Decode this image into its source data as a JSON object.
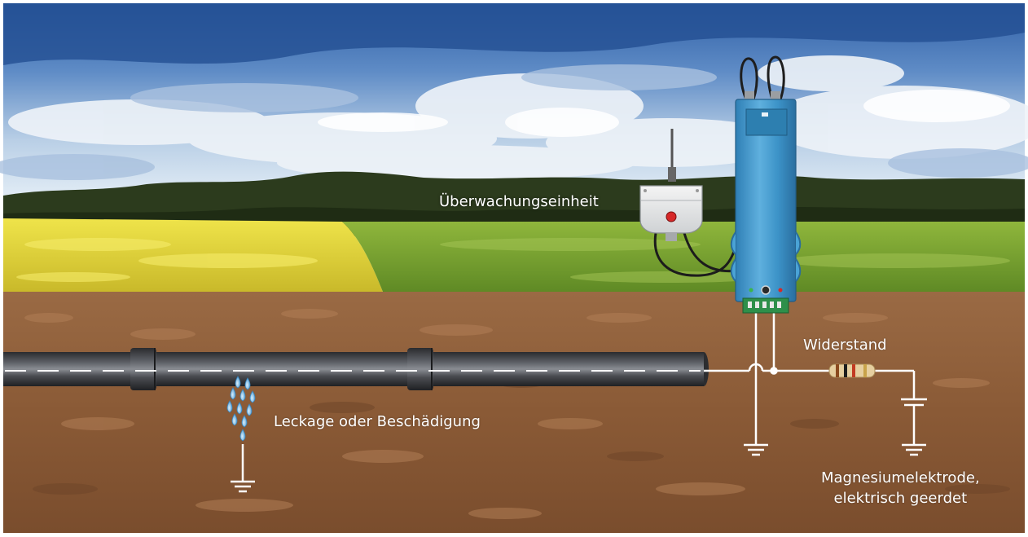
{
  "labels": {
    "monitoring_unit": "Überwachungseinheit",
    "resistor": "Widerstand",
    "leak": "Leckage oder Beschädigung",
    "anode_line1": "Magnesiumelektrode,",
    "anode_line2": "elektrisch geerdet"
  },
  "colors": {
    "sky_top": "#3f6fb2",
    "sky_light": "#cfe0ef",
    "forest": "#2b3a1c",
    "rapeseed": "#e3d637",
    "grass": "#7aa232",
    "soil": "#8a5a36",
    "pipe": "#3a3c40",
    "device_blue": "#3f95c9",
    "wire": "#ffffff"
  },
  "icons": [
    "ground-symbol-icon",
    "resistor-icon",
    "water-drops-icon",
    "antenna-icon"
  ]
}
